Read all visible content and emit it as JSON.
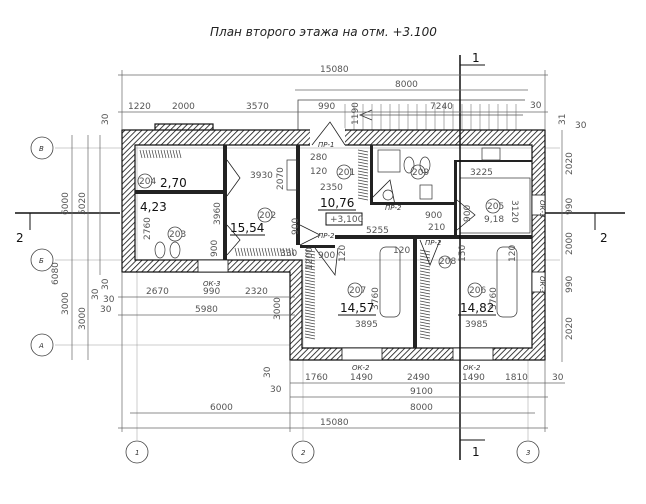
{
  "title": "План второго этажа на отм. +3.100",
  "axes": {
    "rows": [
      "В",
      "Б",
      "А"
    ],
    "cols": [
      "1",
      "2",
      "3"
    ]
  },
  "sections": {
    "s1": "1",
    "s2": "2"
  },
  "level_mark": "+3,100",
  "rooms": [
    {
      "num": "204",
      "area": "2,70"
    },
    {
      "num": "203",
      "area": "4,23"
    },
    {
      "num": "202",
      "area": "15,54"
    },
    {
      "num": "201",
      "area": "10,76"
    },
    {
      "num": "209",
      "area": ""
    },
    {
      "num": "205",
      "area": "9,18"
    },
    {
      "num": "207",
      "area": "14,57"
    },
    {
      "num": "206",
      "area": "14,82"
    },
    {
      "num": "208",
      "area": ""
    }
  ],
  "marks": {
    "door1": "ПР-1",
    "door2": "ПР-2",
    "win2": "ОК-2",
    "win3": "ОК-3"
  },
  "dims": {
    "top": [
      "15080",
      "8000",
      "1220",
      "2000",
      "3570",
      "990",
      "7240",
      "1190",
      "30",
      "30",
      "31"
    ],
    "bottom": [
      "1760",
      "1490",
      "2490",
      "1490",
      "1810",
      "30",
      "9100",
      "6000",
      "8000",
      "15080",
      "30",
      "30"
    ],
    "lower_left": [
      "2670",
      "990",
      "2320",
      "5980",
      "3000",
      "30",
      "30"
    ],
    "left": [
      "6000",
      "6080",
      "5020",
      "3000",
      "3000",
      "30",
      "30"
    ],
    "right": [
      "2020",
      "990",
      "2000",
      "990",
      "2020",
      "30"
    ],
    "inner": [
      "3930",
      "3960",
      "2070",
      "280",
      "120",
      "2350",
      "5255",
      "900",
      "210",
      "3225",
      "3120",
      "900",
      "120",
      "120",
      "150",
      "120",
      "3760",
      "3895",
      "3760",
      "3985",
      "900",
      "1200",
      "900",
      "2760",
      "900",
      "330"
    ]
  }
}
